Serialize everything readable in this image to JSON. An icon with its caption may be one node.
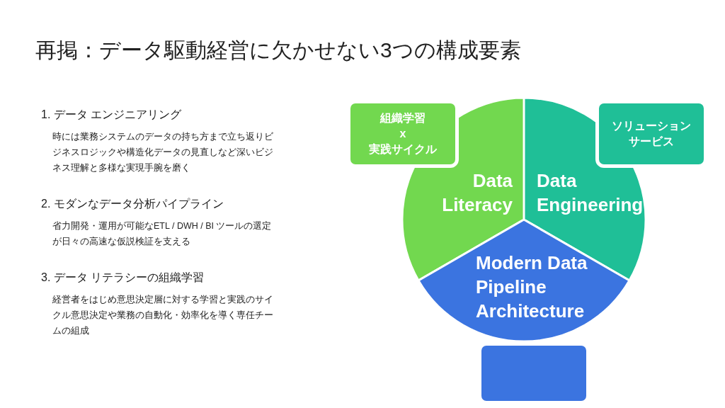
{
  "diagram": {
    "title": "再掲：データ駆動経営に欠かせない3つの構成要素",
    "nodes": [
      {
        "text": [
          "Data Literacy"
        ]
      },
      {
        "text": [
          "Data Engineering"
        ]
      },
      {
        "text": [
          "Modern Data Pipeline Architecture"
        ]
      },
      {
        "text": [
          "組織学習",
          "x",
          "実践サイクル"
        ]
      },
      {
        "text": [
          "ソリューションサービス"
        ]
      },
      {
        "text": [],
        "shape": "box"
      }
    ],
    "labels": [
      "1. データ エンジニアリング",
      "時には業務システムのデータの持ち方まで立ち返りビジネスロジックや構造化データの見直しなど深いビジネス理解と多様な実現手腕を磨く",
      "2. モダンなデータ分析パイプライン",
      "省力開発・運用が可能なETL / DWH / BI ツールの選定が日々の高速な仮説検証を支える",
      "3. データ リテラシーの組織学習",
      "経営者をはじめ意思決定層に対する学習と実践のサイクル意思決定や業務の自動化・効率化を導く専任チームの組成"
    ]
  }
}
